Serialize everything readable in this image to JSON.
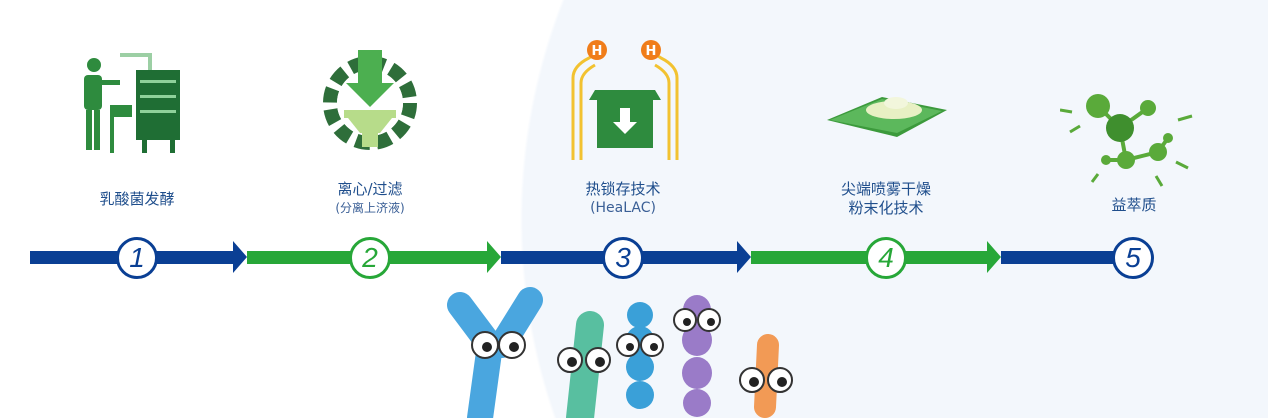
{
  "steps": [
    {
      "number": "1",
      "title": "乳酸菌发酵",
      "icon": "fermentation-worker-icon"
    },
    {
      "number": "2",
      "title": "离心/过滤",
      "subtitle": "(分离上济液)",
      "icon": "centrifuge-gear-icon"
    },
    {
      "number": "3",
      "title": "热锁存技术",
      "subtitle": "(HeaLAC)",
      "icon": "heat-lock-box-icon",
      "badge": "H"
    },
    {
      "number": "4",
      "title": "尖端喷雾干燥",
      "title2": "粉末化技术",
      "icon": "powder-icon"
    },
    {
      "number": "5",
      "title": "益萃质",
      "icon": "molecule-icon"
    }
  ],
  "colors": {
    "blue": "#0a3f94",
    "green": "#27a738",
    "label": "#1f4e8c",
    "orange": "#f07d1a",
    "yellow": "#f2c230"
  }
}
